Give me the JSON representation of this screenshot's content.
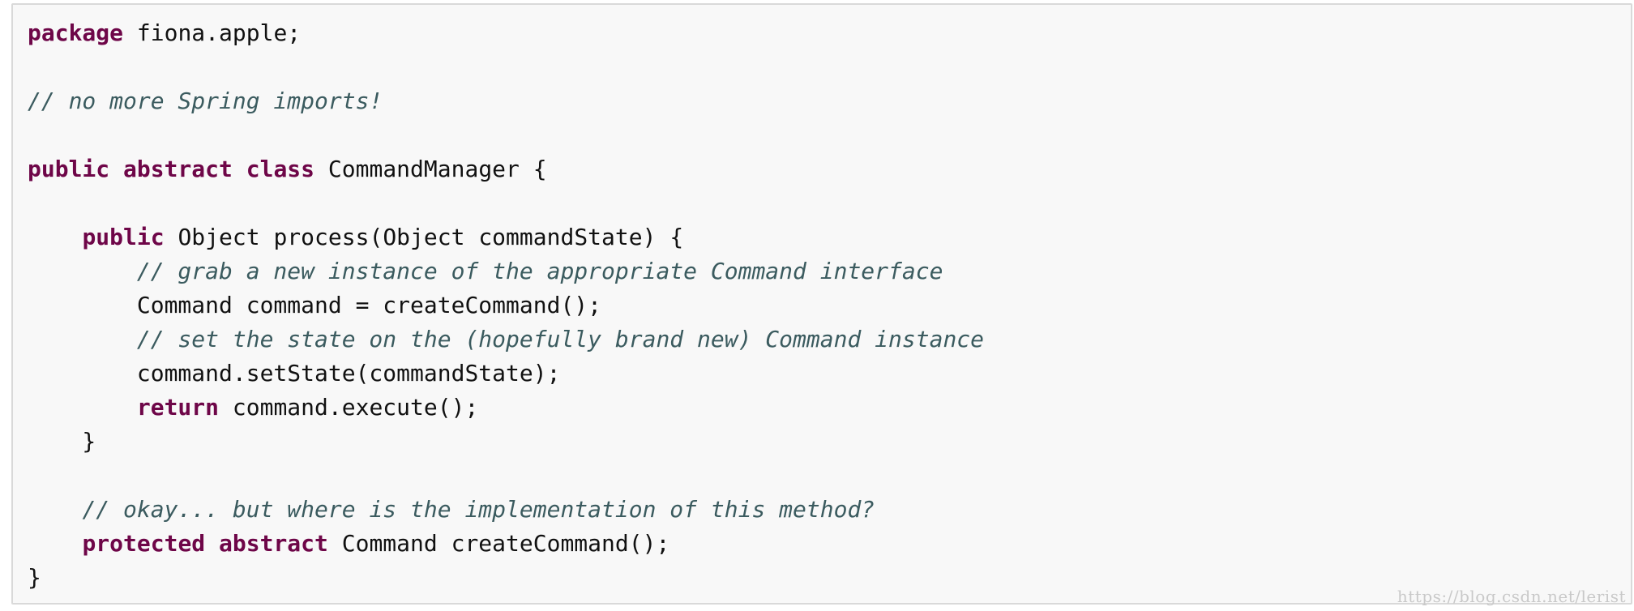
{
  "code": {
    "lines": [
      [
        {
          "t": "kw",
          "s": "package"
        },
        {
          "t": "plain",
          "s": " fiona.apple;"
        }
      ],
      [],
      [
        {
          "t": "cm",
          "s": "// no more Spring imports!"
        }
      ],
      [],
      [
        {
          "t": "kw",
          "s": "public"
        },
        {
          "t": "plain",
          "s": " "
        },
        {
          "t": "kw",
          "s": "abstract"
        },
        {
          "t": "plain",
          "s": " "
        },
        {
          "t": "kw",
          "s": "class"
        },
        {
          "t": "plain",
          "s": " CommandManager {"
        }
      ],
      [],
      [
        {
          "t": "plain",
          "s": "    "
        },
        {
          "t": "kw",
          "s": "public"
        },
        {
          "t": "plain",
          "s": " Object process(Object commandState) {"
        }
      ],
      [
        {
          "t": "plain",
          "s": "        "
        },
        {
          "t": "cm",
          "s": "// grab a new instance of the appropriate Command interface"
        }
      ],
      [
        {
          "t": "plain",
          "s": "        Command command = createCommand();"
        }
      ],
      [
        {
          "t": "plain",
          "s": "        "
        },
        {
          "t": "cm",
          "s": "// set the state on the (hopefully brand new) Command instance"
        }
      ],
      [
        {
          "t": "plain",
          "s": "        command.setState(commandState);"
        }
      ],
      [
        {
          "t": "plain",
          "s": "        "
        },
        {
          "t": "kw",
          "s": "return"
        },
        {
          "t": "plain",
          "s": " command.execute();"
        }
      ],
      [
        {
          "t": "plain",
          "s": "    }"
        }
      ],
      [],
      [
        {
          "t": "plain",
          "s": "    "
        },
        {
          "t": "cm",
          "s": "// okay... but where is the implementation of this method?"
        }
      ],
      [
        {
          "t": "plain",
          "s": "    "
        },
        {
          "t": "kw",
          "s": "protected"
        },
        {
          "t": "plain",
          "s": " "
        },
        {
          "t": "kw",
          "s": "abstract"
        },
        {
          "t": "plain",
          "s": " Command createCommand();"
        }
      ],
      [
        {
          "t": "plain",
          "s": "}"
        }
      ]
    ]
  },
  "watermark": {
    "text": "https://blog.csdn.net/lerist"
  },
  "colors": {
    "keyword": "#6e0648",
    "comment": "#3b5b5f",
    "text": "#111111",
    "background": "#f8f8f8",
    "border": "#d9d9d9"
  }
}
